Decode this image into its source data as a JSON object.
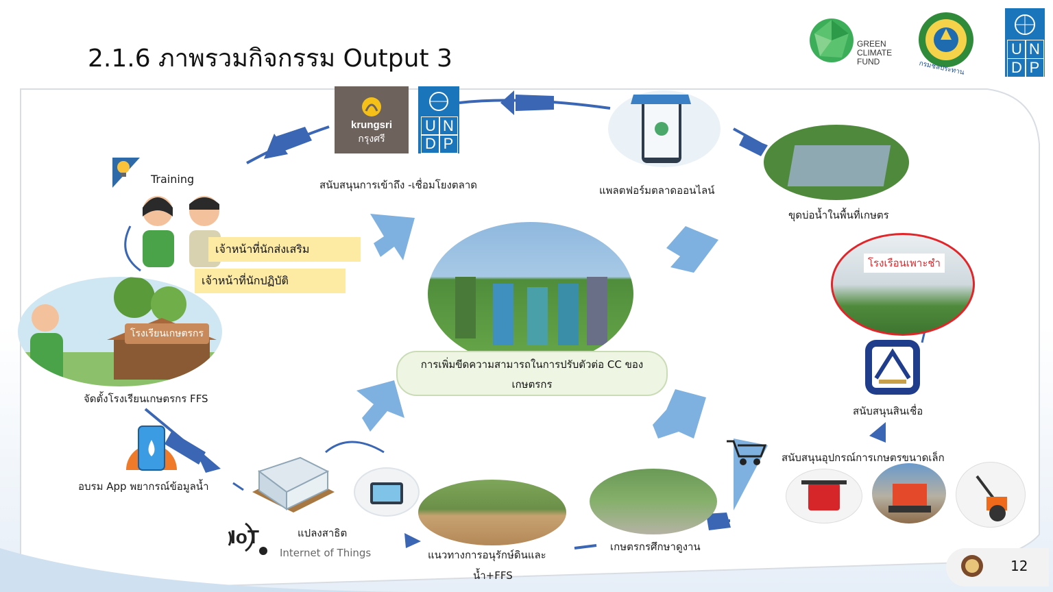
{
  "title": "2.1.6 ภาพรวมกิจกรรม Output 3",
  "logos": {
    "gcf_text": [
      "GREEN",
      "CLIMATE",
      "FUND"
    ],
    "rid_caption": "กรมชลประทาน",
    "undp_letters": [
      "U",
      "N",
      "D",
      "P"
    ],
    "krungsri_en": "krungsri",
    "krungsri_th": "กรุงศรี"
  },
  "labels": {
    "training": "Training",
    "market_access": "สนับสนุนการเข้าถึง -เชื่อมโยงตลาด",
    "online_platform": "แพลตฟอร์มตลาดออนไลน์",
    "pond": "ขุดบ่อน้ำในพื้นที่เกษตร",
    "officer_extension": "เจ้าหน้าที่นักส่งเสริม",
    "officer_practice": "เจ้าหน้าที่นักปฏิบัติ",
    "farmer_school_sign": "โรงเรียนเกษตรกร",
    "ffs_setup": "จัดตั้งโรงเรียนเกษตรกร FFS",
    "greenhouse": "โรงเรือนเพาะชำ",
    "credit": "สนับสนุนสินเชื่อ",
    "small_equipment": "สนับสนุนอุปกรณ์การเกษตรขนาดเล็ก",
    "app_training": "อบรม App พยากรณ์ข้อมูลน้ำ",
    "demo_plot": "แปลงสาธิต",
    "iot": "Internet of Things",
    "iot_logo": "IoT",
    "soil_line1": "แนวทางการอนุรักษ์ดินและ",
    "soil_line2": "น้ำ+FFS",
    "study_visit": "เกษตรกรศึกษาดูงาน",
    "center_line1": "การเพิ่มขีดความสามารถในการปรับตัวต่อ CC ของ",
    "center_line2": "เกษตรกร"
  },
  "page_number": "12",
  "colors": {
    "arrow": "#3a66b4",
    "big_arrow": "#7fb1e0",
    "yellow": "#fdeaa3",
    "undp_blue": "#1a75bb",
    "greenhouse_red": "#e0262a"
  }
}
